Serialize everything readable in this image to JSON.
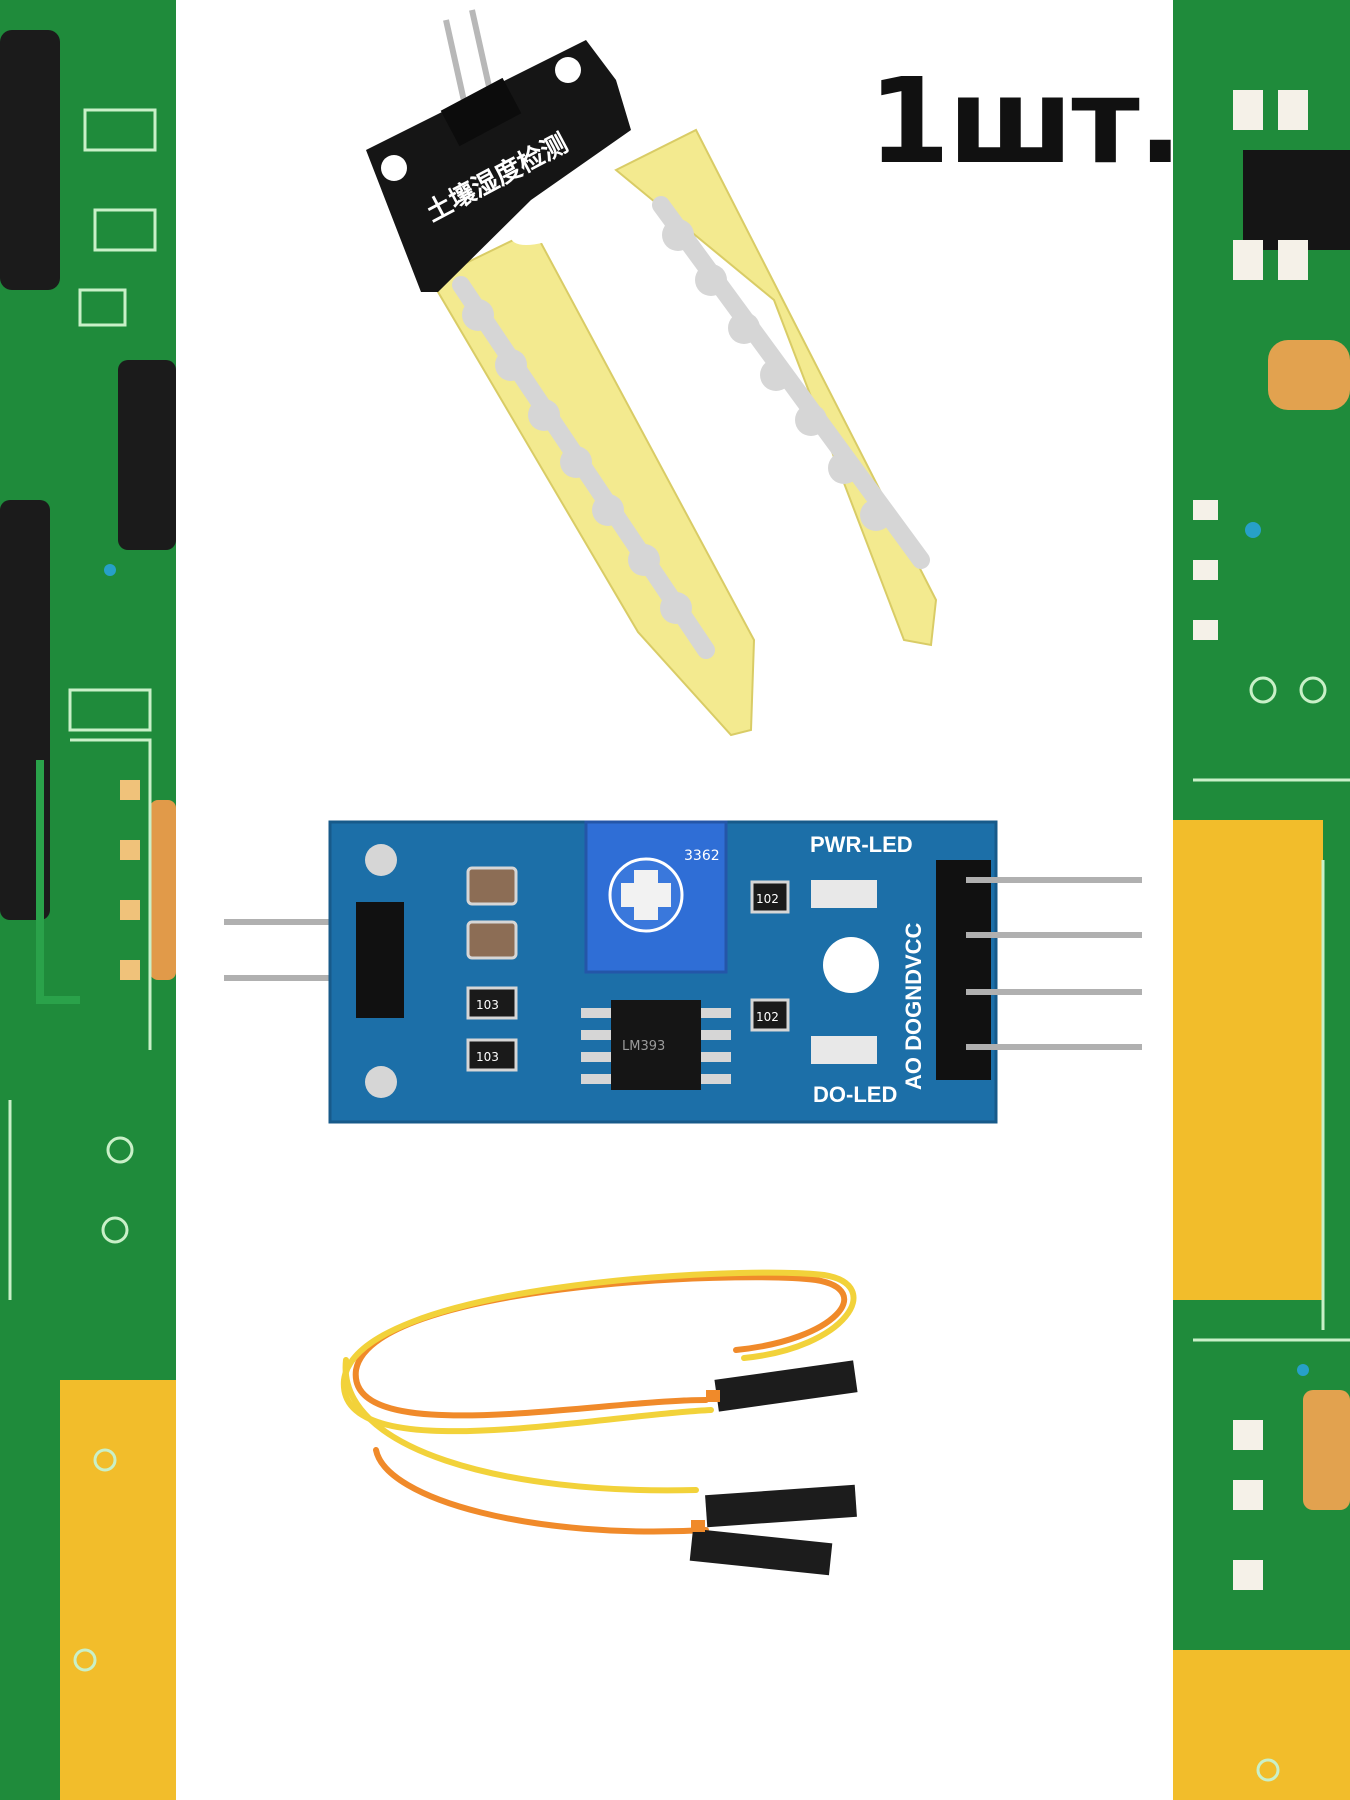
{
  "product": {
    "quantity_label": "1шт."
  },
  "probe": {
    "silkscreen_text": "土壤湿度检测"
  },
  "module": {
    "pwr_led_label": "PWR-LED",
    "do_led_label": "DO-LED",
    "pin_labels": "AO DOGNDVCC",
    "potentiometer_marking": "3362",
    "resistor_marking_1": "102",
    "resistor_marking_2": "102",
    "resistor_marking_3": "103",
    "resistor_marking_4": "103",
    "chip_marking": "LM393"
  },
  "colors": {
    "pcb_green": "#1e8a3a",
    "module_blue": "#1c6fa8",
    "probe_yellow": "#f3ea8f",
    "probe_black": "#151515",
    "wire_yellow": "#f2d23a",
    "wire_orange": "#f08a2a",
    "pot_blue": "#2f6ed6"
  }
}
